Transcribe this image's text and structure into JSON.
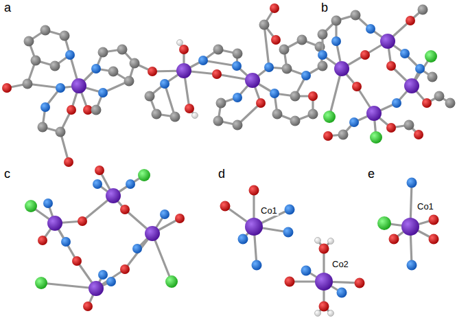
{
  "diagram": {
    "labels": [
      "a",
      "b",
      "c",
      "d",
      "e",
      "Co1",
      "Co2",
      "Co1"
    ]
  }
}
